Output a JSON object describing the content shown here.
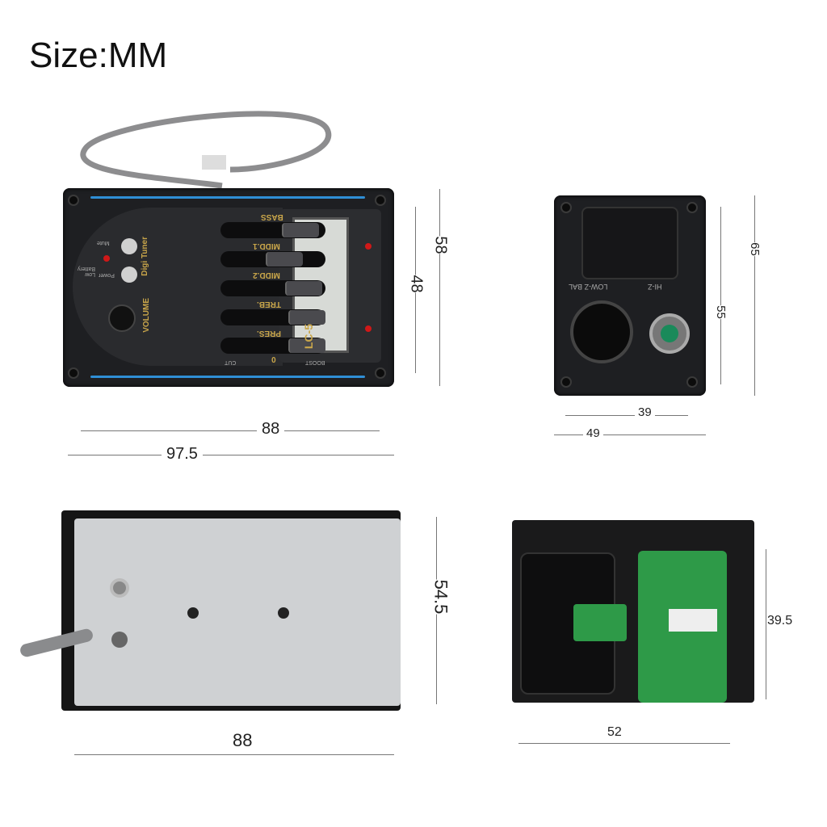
{
  "title": "Size:MM",
  "front": {
    "labels": [
      "BASS",
      "MIDD.1",
      "MIDD.2",
      "TREB.",
      "PRES."
    ],
    "model": "LC-5",
    "tuner": "Digi Tuner",
    "volume": "VOLUME",
    "mute": "Mute",
    "power": "Power",
    "low_battery": "Low Battery",
    "boost": "BOOST",
    "cut": "CUT",
    "zero": "0",
    "dims": {
      "inner_width": "88",
      "outer_width": "97.5",
      "inner_height": "48",
      "outer_height": "58"
    }
  },
  "jack": {
    "low_z": "LOW-Z BAL",
    "hi_z": "HI-Z",
    "dims": {
      "inner_height": "55",
      "outer_height": "65",
      "inner_width": "39",
      "outer_width": "49"
    }
  },
  "back": {
    "dims": {
      "width": "88",
      "height": "54.5"
    }
  },
  "battery": {
    "dims": {
      "width": "52",
      "height": "39.5"
    }
  },
  "colors": {
    "accent": "#2f8fd6",
    "panel": "#1e1f22",
    "pcb": "#2e9a48"
  }
}
